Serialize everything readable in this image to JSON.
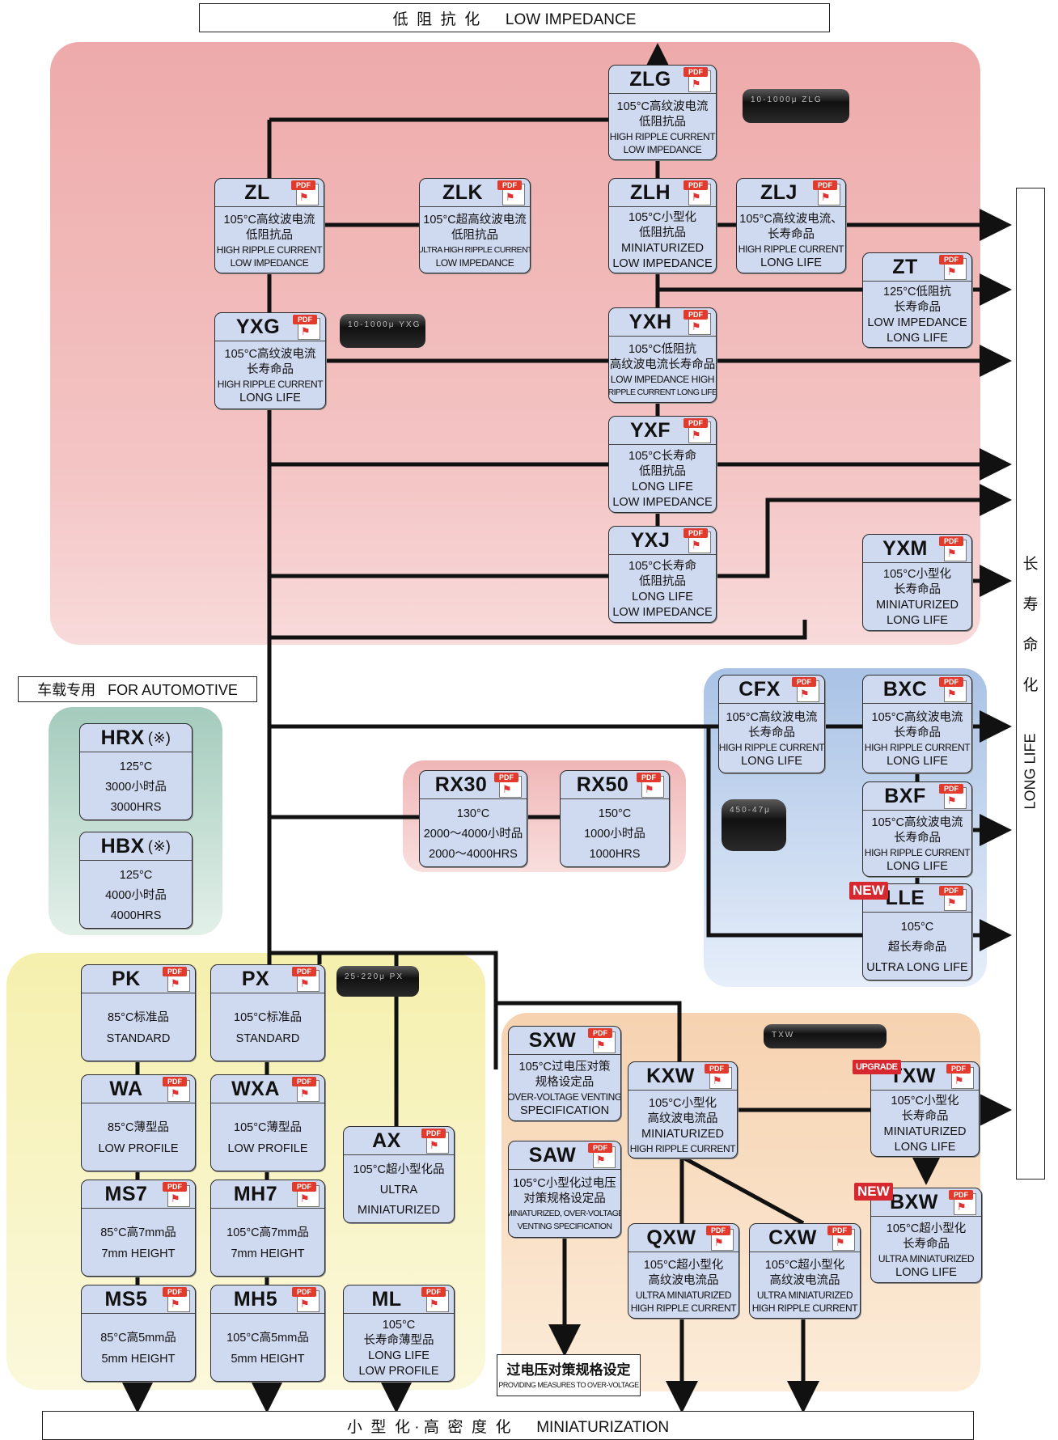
{
  "headers": {
    "top": "低  阻  抗  化      LOW IMPEDANCE",
    "bottom": "小  型  化 · 高  密  度  化      MINIATURIZATION",
    "automotive": "车载专用   FOR AUTOMOTIVE",
    "right_cn": [
      "长",
      "寿",
      "命",
      "化"
    ],
    "right_en": "LONG LIFE",
    "overvoltage_cn": "过电压对策规格设定",
    "overvoltage_en": "PROVIDING MEASURES TO OVER-VOLTAGE"
  },
  "badges": {
    "new1": "NEW",
    "new2": "NEW",
    "upgrade": "UPGRADE"
  },
  "pdf_label": "PDF",
  "capacitor_labels": {
    "zlg": "10-1000μ  ZLG",
    "yxg": "10-1000μ  YXG",
    "bxf": "450-47μ",
    "px": "25-220μ  PX",
    "txw": "TXW"
  },
  "series": {
    "ZLG": {
      "name": "ZLG",
      "lines": [
        "105°C高纹波电流",
        "低阻抗品",
        "HIGH RIPPLE CURRENT",
        "LOW IMPEDANCE"
      ]
    },
    "ZL": {
      "name": "ZL",
      "lines": [
        "105°C高纹波电流",
        "低阻抗品",
        "HIGH RIPPLE CURRENT",
        "LOW IMPEDANCE"
      ]
    },
    "ZLK": {
      "name": "ZLK",
      "lines": [
        "105°C超高纹波电流",
        "低阻抗品",
        "ULTRA HIGH RIPPLE CURRENT",
        "LOW IMPEDANCE"
      ]
    },
    "ZLH": {
      "name": "ZLH",
      "lines": [
        "105°C小型化",
        "低阻抗品",
        "MINIATURIZED",
        "LOW IMPEDANCE"
      ]
    },
    "ZLJ": {
      "name": "ZLJ",
      "lines": [
        "105°C高纹波电流、",
        "长寿命品",
        "HIGH RIPPLE CURRENT",
        "LONG LIFE"
      ]
    },
    "ZT": {
      "name": "ZT",
      "lines": [
        "125°C低阻抗",
        "长寿命品",
        "LOW IMPEDANCE",
        "LONG LIFE"
      ]
    },
    "YXG": {
      "name": "YXG",
      "lines": [
        "105°C高纹波电流",
        "长寿命品",
        "HIGH RIPPLE CURRENT",
        "LONG LIFE"
      ]
    },
    "YXH": {
      "name": "YXH",
      "lines": [
        "105°C低阻抗",
        "高纹波电流长寿命品",
        "LOW IMPEDANCE HIGH",
        "RIPPLE CURRENT LONG LIFE"
      ]
    },
    "YXF": {
      "name": "YXF",
      "lines": [
        "105°C长寿命",
        "低阻抗品",
        "LONG LIFE",
        "LOW IMPEDANCE"
      ]
    },
    "YXJ": {
      "name": "YXJ",
      "lines": [
        "105°C长寿命",
        "低阻抗品",
        "LONG LIFE",
        "LOW IMPEDANCE"
      ]
    },
    "YXM": {
      "name": "YXM",
      "lines": [
        "105°C小型化",
        "长寿命品",
        "MINIATURIZED",
        "LONG LIFE"
      ]
    },
    "HRX": {
      "name": "HRX",
      "note": "(※)",
      "lines": [
        "125°C",
        "3000小时品",
        "3000HRS"
      ]
    },
    "HBX": {
      "name": "HBX",
      "note": "(※)",
      "lines": [
        "125°C",
        "4000小时品",
        "4000HRS"
      ]
    },
    "CFX": {
      "name": "CFX",
      "lines": [
        "105°C高纹波电流",
        "长寿命品",
        "HIGH RIPPLE CURRENT",
        "LONG LIFE"
      ]
    },
    "BXC": {
      "name": "BXC",
      "lines": [
        "105°C高纹波电流",
        "长寿命品",
        "HIGH RIPPLE CURRENT",
        "LONG LIFE"
      ]
    },
    "BXF": {
      "name": "BXF",
      "lines": [
        "105°C高纹波电流",
        "长寿命品",
        "HIGH RIPPLE CURRENT",
        "LONG LIFE"
      ]
    },
    "LLE": {
      "name": "LLE",
      "lines": [
        "105°C",
        "超长寿命品",
        "ULTRA LONG LIFE"
      ]
    },
    "RX30": {
      "name": "RX30",
      "lines": [
        "130°C",
        "2000～4000小时品",
        "2000～4000HRS"
      ]
    },
    "RX50": {
      "name": "RX50",
      "lines": [
        "150°C",
        "1000小时品",
        "1000HRS"
      ]
    },
    "PK": {
      "name": "PK",
      "lines": [
        "85°C标准品",
        "STANDARD"
      ]
    },
    "PX": {
      "name": "PX",
      "lines": [
        "105°C标准品",
        "STANDARD"
      ]
    },
    "WA": {
      "name": "WA",
      "lines": [
        "85°C薄型品",
        "LOW PROFILE"
      ]
    },
    "WXA": {
      "name": "WXA",
      "lines": [
        "105°C薄型品",
        "LOW PROFILE"
      ]
    },
    "AX": {
      "name": "AX",
      "lines": [
        "105°C超小型化品",
        "ULTRA",
        "MINIATURIZED"
      ]
    },
    "MS7": {
      "name": "MS7",
      "lines": [
        "85°C高7mm品",
        "7mm HEIGHT"
      ]
    },
    "MH7": {
      "name": "MH7",
      "lines": [
        "105°C高7mm品",
        "7mm HEIGHT"
      ]
    },
    "MS5": {
      "name": "MS5",
      "lines": [
        "85°C高5mm品",
        "5mm HEIGHT"
      ]
    },
    "MH5": {
      "name": "MH5",
      "lines": [
        "105°C高5mm品",
        "5mm HEIGHT"
      ]
    },
    "ML": {
      "name": "ML",
      "lines": [
        "105°C",
        "长寿命薄型品",
        "LONG LIFE",
        "LOW PROFILE"
      ]
    },
    "SXW": {
      "name": "SXW",
      "lines": [
        "105°C过电压对策",
        "规格设定品",
        "OVER-VOLTAGE VENTING",
        "SPECIFICATION"
      ]
    },
    "SAW": {
      "name": "SAW",
      "lines": [
        "105°C小型化过电压",
        "对策规格设定品",
        "MINIATURIZED, OVER-VOLTAGE",
        "VENTING SPECIFICATION"
      ]
    },
    "KXW": {
      "name": "KXW",
      "lines": [
        "105°C小型化",
        "高纹波电流品",
        "MINIATURIZED",
        "HIGH RIPPLE CURRENT"
      ]
    },
    "QXW": {
      "name": "QXW",
      "lines": [
        "105°C超小型化",
        "高纹波电流品",
        "ULTRA MINIATURIZED",
        "HIGH RIPPLE CURRENT"
      ]
    },
    "CXW": {
      "name": "CXW",
      "lines": [
        "105°C超小型化",
        "高纹波电流品",
        "ULTRA MINIATURIZED",
        "HIGH RIPPLE CURRENT"
      ]
    },
    "TXW": {
      "name": "TXW",
      "lines": [
        "105°C小型化",
        "长寿命品",
        "MINIATURIZED",
        "LONG LIFE"
      ]
    },
    "BXW": {
      "name": "BXW",
      "lines": [
        "105°C超小型化",
        "长寿命品",
        "ULTRA MINIATURIZED",
        "LONG LIFE"
      ]
    }
  }
}
